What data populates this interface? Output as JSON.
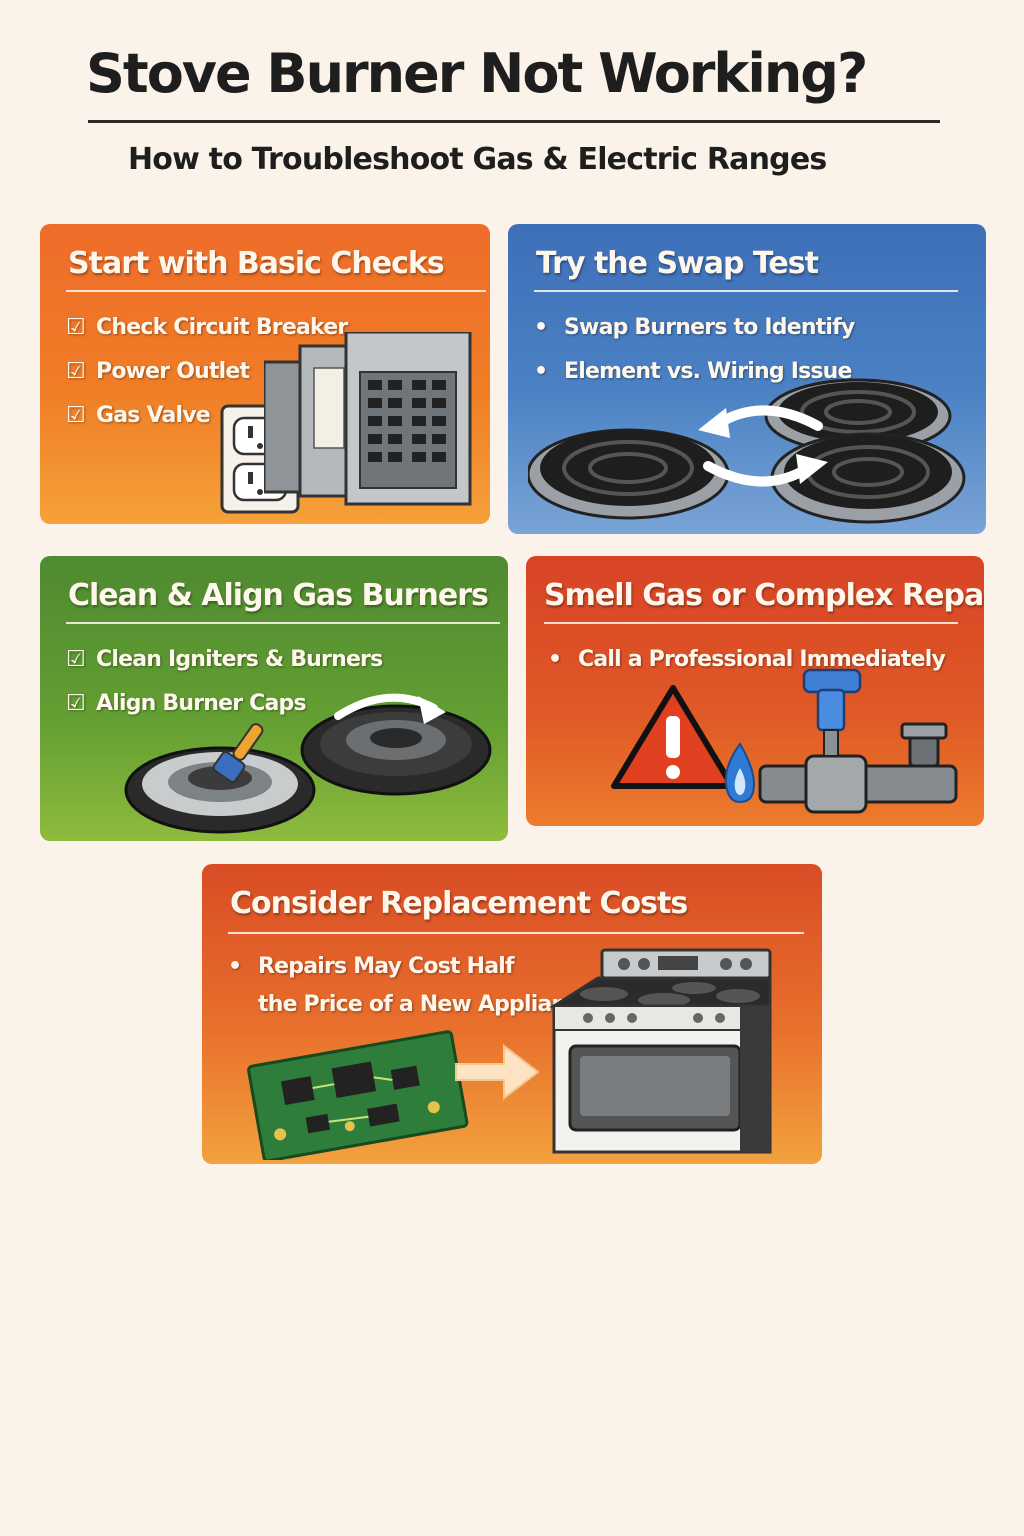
{
  "header": {
    "title": "Stove Burner Not Working?",
    "subtitle": "How to Troubleshoot Gas & Electric Ranges"
  },
  "panels": {
    "basic_checks": {
      "title": "Start with Basic Checks",
      "color": "#ee6c2a",
      "items": [
        "Check Circuit Breaker",
        "Power Outlet",
        "Gas Valve"
      ],
      "marker": "☑"
    },
    "swap_test": {
      "title": "Try the Swap Test",
      "color": "#3d6fb8",
      "items": [
        "Swap Burners to Identify",
        "Element vs. Wiring Issue"
      ],
      "marker": "•"
    },
    "clean_align": {
      "title": "Clean & Align Gas Burners",
      "color": "#4e8a30",
      "items": [
        "Clean Igniters & Burners",
        "Align Burner Caps"
      ],
      "marker": "☑"
    },
    "smell_gas": {
      "title": "Smell Gas or Complex Repairs?",
      "color": "#d84326",
      "items": [
        "Call a Professional Immediately"
      ],
      "marker": "•"
    },
    "replacement": {
      "title": "Consider Replacement Costs",
      "color": "#d94c25",
      "items": [
        "Repairs May Cost Half",
        "the Price of a New Appliance"
      ],
      "marker": "•"
    }
  },
  "icons": {
    "basic_checks": [
      "outlet-icon",
      "breaker-panel-icon"
    ],
    "swap_test": [
      "coil-burner-icon",
      "swap-arrows-icon"
    ],
    "clean_align": [
      "gas-burner-icon",
      "brush-icon",
      "rotate-arrow-icon"
    ],
    "smell_gas": [
      "warning-icon",
      "gas-flame-icon",
      "gas-valve-icon",
      "spray-bottle-icon"
    ],
    "replacement": [
      "circuit-board-icon",
      "arrow-right-icon",
      "stove-icon"
    ]
  }
}
